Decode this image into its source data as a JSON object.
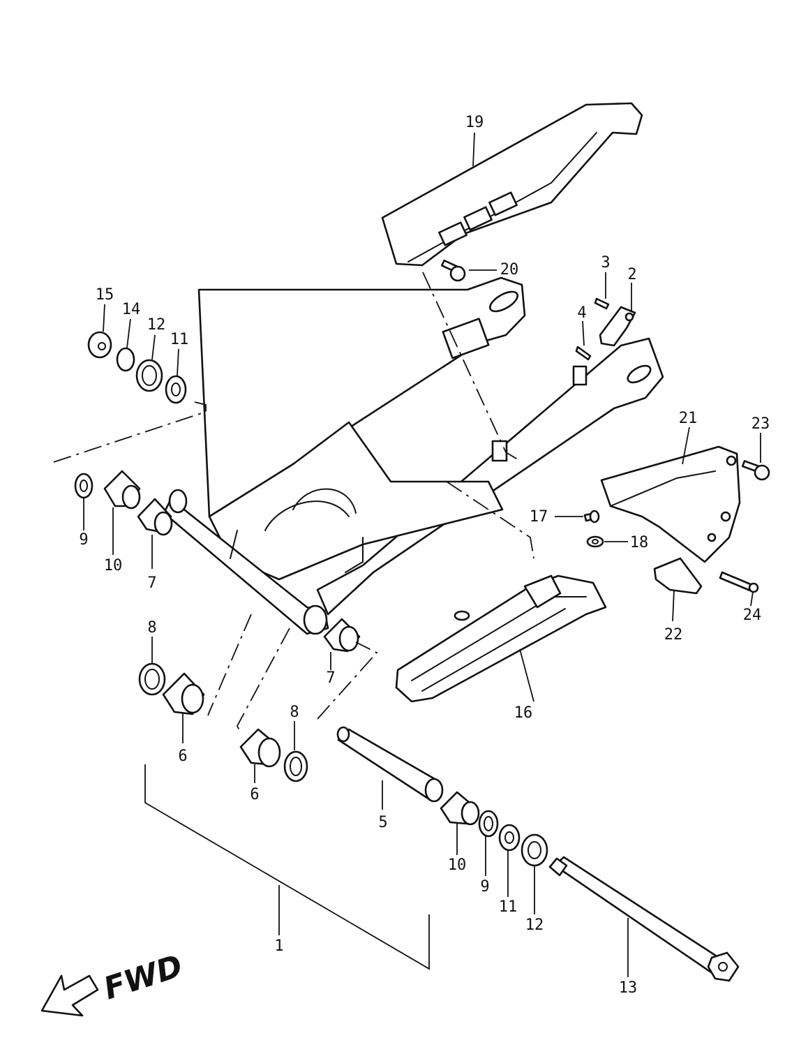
{
  "labels": {
    "p1": "1",
    "p2": "2",
    "p3": "3",
    "p4": "4",
    "p5": "5",
    "p6a": "6",
    "p6b": "6",
    "p7a": "7",
    "p7b": "7",
    "p8a": "8",
    "p8b": "8",
    "p9a": "9",
    "p9b": "9",
    "p10a": "10",
    "p10b": "10",
    "p11a": "11",
    "p11b": "11",
    "p12a": "12",
    "p12b": "12",
    "p13": "13",
    "p14": "14",
    "p15": "15",
    "p16": "16",
    "p17": "17",
    "p18": "18",
    "p19": "19",
    "p20": "20",
    "p21": "21",
    "p22": "22",
    "p23": "23",
    "p24": "24"
  },
  "direction_label": "FWD"
}
